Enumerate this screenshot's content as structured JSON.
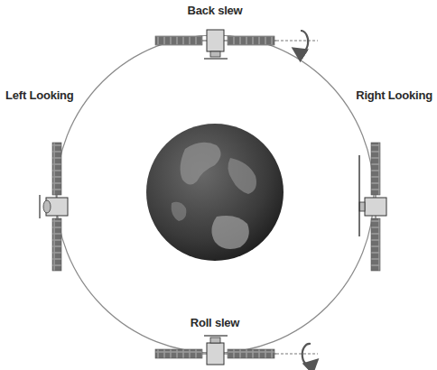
{
  "diagram": {
    "labels": [
      "Back slew",
      "Left Looking",
      "Right Looking",
      "Roll slew"
    ]
  }
}
